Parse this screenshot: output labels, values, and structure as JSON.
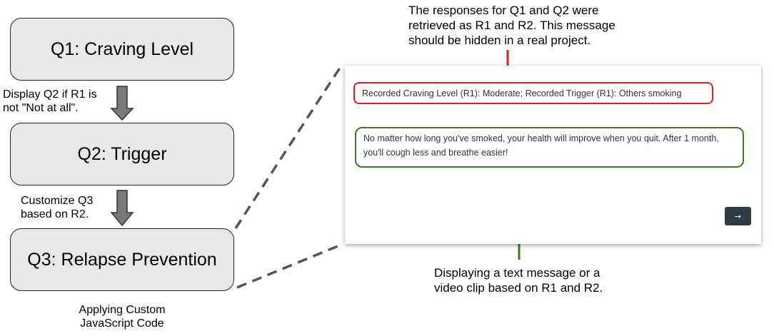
{
  "flowchart": {
    "q1_label": "Q1: Craving Level",
    "q2_label": "Q2: Trigger",
    "q3_label": "Q3: Relapse Prevention",
    "q1_to_q2_note": "Display Q2 if R1 is not \"Not at all\".",
    "q2_to_q3_note": "Customize Q3 based on R2.",
    "q3_caption": "Applying Custom JavaScript Code"
  },
  "survey_panel": {
    "recorded_text": "Recorded Craving Level (R1): Moderate; Recorded Trigger (R1): Others smoking",
    "message_text": "No matter how long you've smoked, your health will improve when you quit. After 1 month, you'll cough less and breathe easier!",
    "next_button_label": "→"
  },
  "annotations": {
    "top_note": "The responses for Q1 and Q2 were retrieved as R1 and R2. This message should be hidden in a real project.",
    "bottom_note": "Displaying a text message or a video clip based on R1 and R2."
  },
  "colors": {
    "flow_box_fill": "#e8e8e8",
    "flow_arrow": "#7a7a7a",
    "highlight_red": "#e31c1c",
    "highlight_green": "#3d7a1e",
    "button_dark": "#2e3a44"
  }
}
